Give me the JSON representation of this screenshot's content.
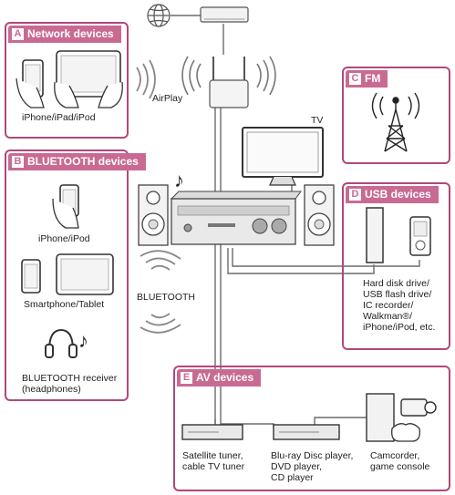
{
  "panels": {
    "a": {
      "letter": "A",
      "title": "Network devices"
    },
    "b": {
      "letter": "B",
      "title": "BLUETOOTH devices"
    },
    "c": {
      "letter": "C",
      "title": "FM"
    },
    "d": {
      "letter": "D",
      "title": "USB devices"
    },
    "e": {
      "letter": "E",
      "title": "AV devices"
    }
  },
  "labels": {
    "iphone_ipad_ipod": "iPhone/iPad/iPod",
    "airplay": "AirPlay",
    "tv": "TV",
    "iphone_ipod": "iPhone/iPod",
    "smartphone_tablet": "Smartphone/Tablet",
    "bluetooth": "BLUETOOTH",
    "bt_receiver_line1": "BLUETOOTH receiver",
    "bt_receiver_line2": "(headphones)",
    "usb_line1": "Hard disk drive/",
    "usb_line2": "USB flash drive/",
    "usb_line3": "IC recorder/",
    "usb_line4": "Walkman®/",
    "usb_line5": "iPhone/iPod, etc.",
    "sat_line1": "Satellite tuner,",
    "sat_line2": "cable TV tuner",
    "bd_line1": "Blu-ray Disc player,",
    "bd_line2": "DVD player,",
    "bd_line3": "CD player",
    "cam_line1": "Camcorder,",
    "cam_line2": "game console"
  },
  "colors": {
    "accent": "#c96a93",
    "border": "#b0487a",
    "line": "#6b6b6b",
    "device": "#9a9a9a"
  }
}
